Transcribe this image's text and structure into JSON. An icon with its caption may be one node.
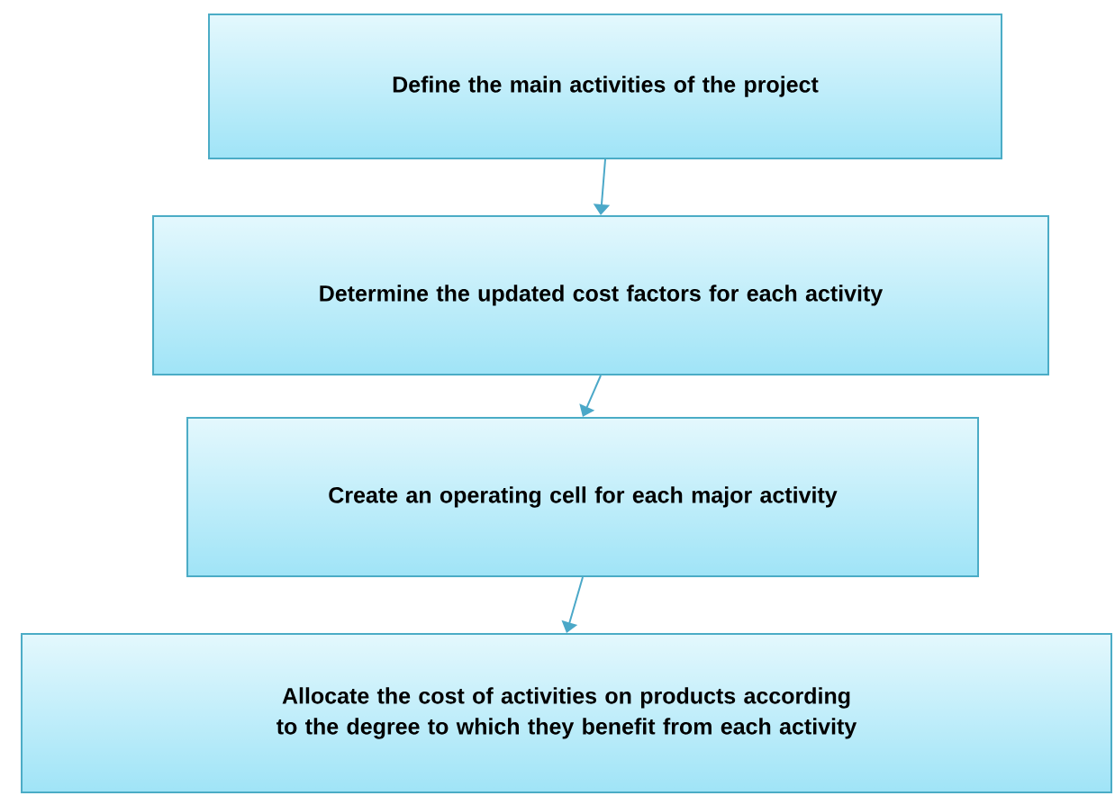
{
  "diagram": {
    "nodes": [
      {
        "text": [
          "Define the main activities of the project"
        ]
      },
      {
        "text": [
          "Determine the updated cost factors for each activity"
        ]
      },
      {
        "text": [
          "Create an operating cell for each major activity"
        ]
      },
      {
        "text": [
          "Allocate the cost of activities on products according to the degree to which they benefit from each activity"
        ]
      }
    ],
    "edges": [
      {
        "from": 0,
        "to": 1,
        "arrow": "to"
      },
      {
        "from": 1,
        "to": 2,
        "arrow": "to"
      },
      {
        "from": 2,
        "to": 3,
        "arrow": "to"
      }
    ]
  }
}
